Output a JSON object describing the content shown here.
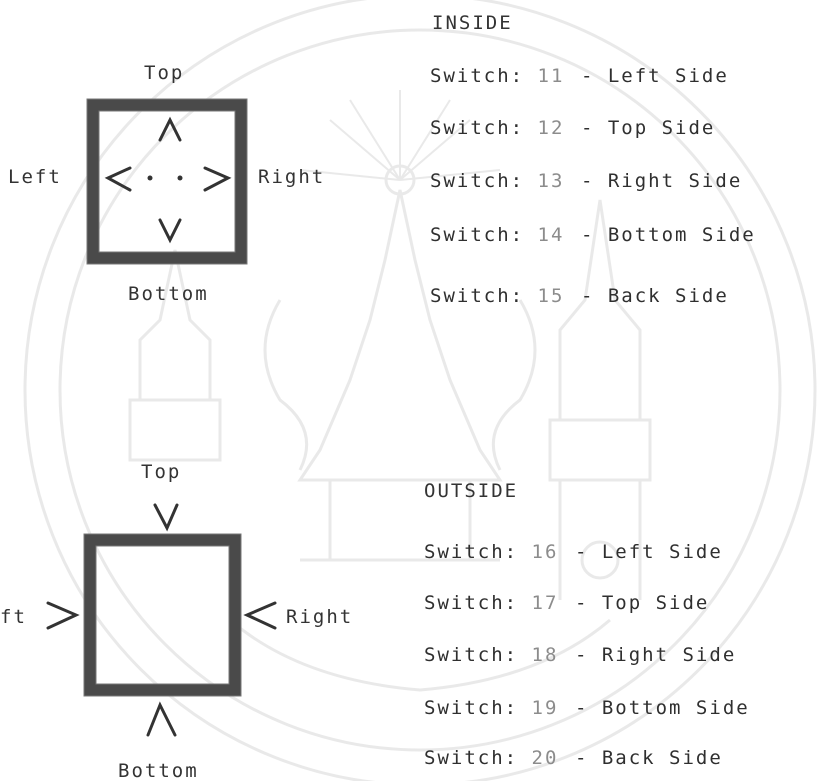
{
  "inside": {
    "heading": "INSIDE",
    "diagram": {
      "top": "Top",
      "left": "Left",
      "right": "Right",
      "bottom": "Bottom"
    },
    "switches": [
      {
        "prefix": "Switch:",
        "num": "11",
        "desc": "- Left Side"
      },
      {
        "prefix": "Switch:",
        "num": "12",
        "desc": "- Top Side"
      },
      {
        "prefix": "Switch:",
        "num": "13",
        "desc": "- Right Side"
      },
      {
        "prefix": "Switch:",
        "num": "14",
        "desc": "- Bottom Side"
      },
      {
        "prefix": "Switch:",
        "num": "15",
        "desc": "- Back Side"
      }
    ]
  },
  "outside": {
    "heading": "OUTSIDE",
    "diagram": {
      "top": "Top",
      "left": "ft",
      "right": "Right",
      "bottom": "Bottom"
    },
    "switches": [
      {
        "prefix": "Switch:",
        "num": "16",
        "desc": "- Left Side"
      },
      {
        "prefix": "Switch:",
        "num": "17",
        "desc": "- Top Side"
      },
      {
        "prefix": "Switch:",
        "num": "18",
        "desc": "- Right Side"
      },
      {
        "prefix": "Switch:",
        "num": "19",
        "desc": "- Bottom Side"
      },
      {
        "prefix": "Switch:",
        "num": "20",
        "desc": "- Back Side"
      }
    ]
  },
  "colors": {
    "ink": "#333333",
    "frame": "#555555",
    "watermark": "#7a7a7a"
  }
}
